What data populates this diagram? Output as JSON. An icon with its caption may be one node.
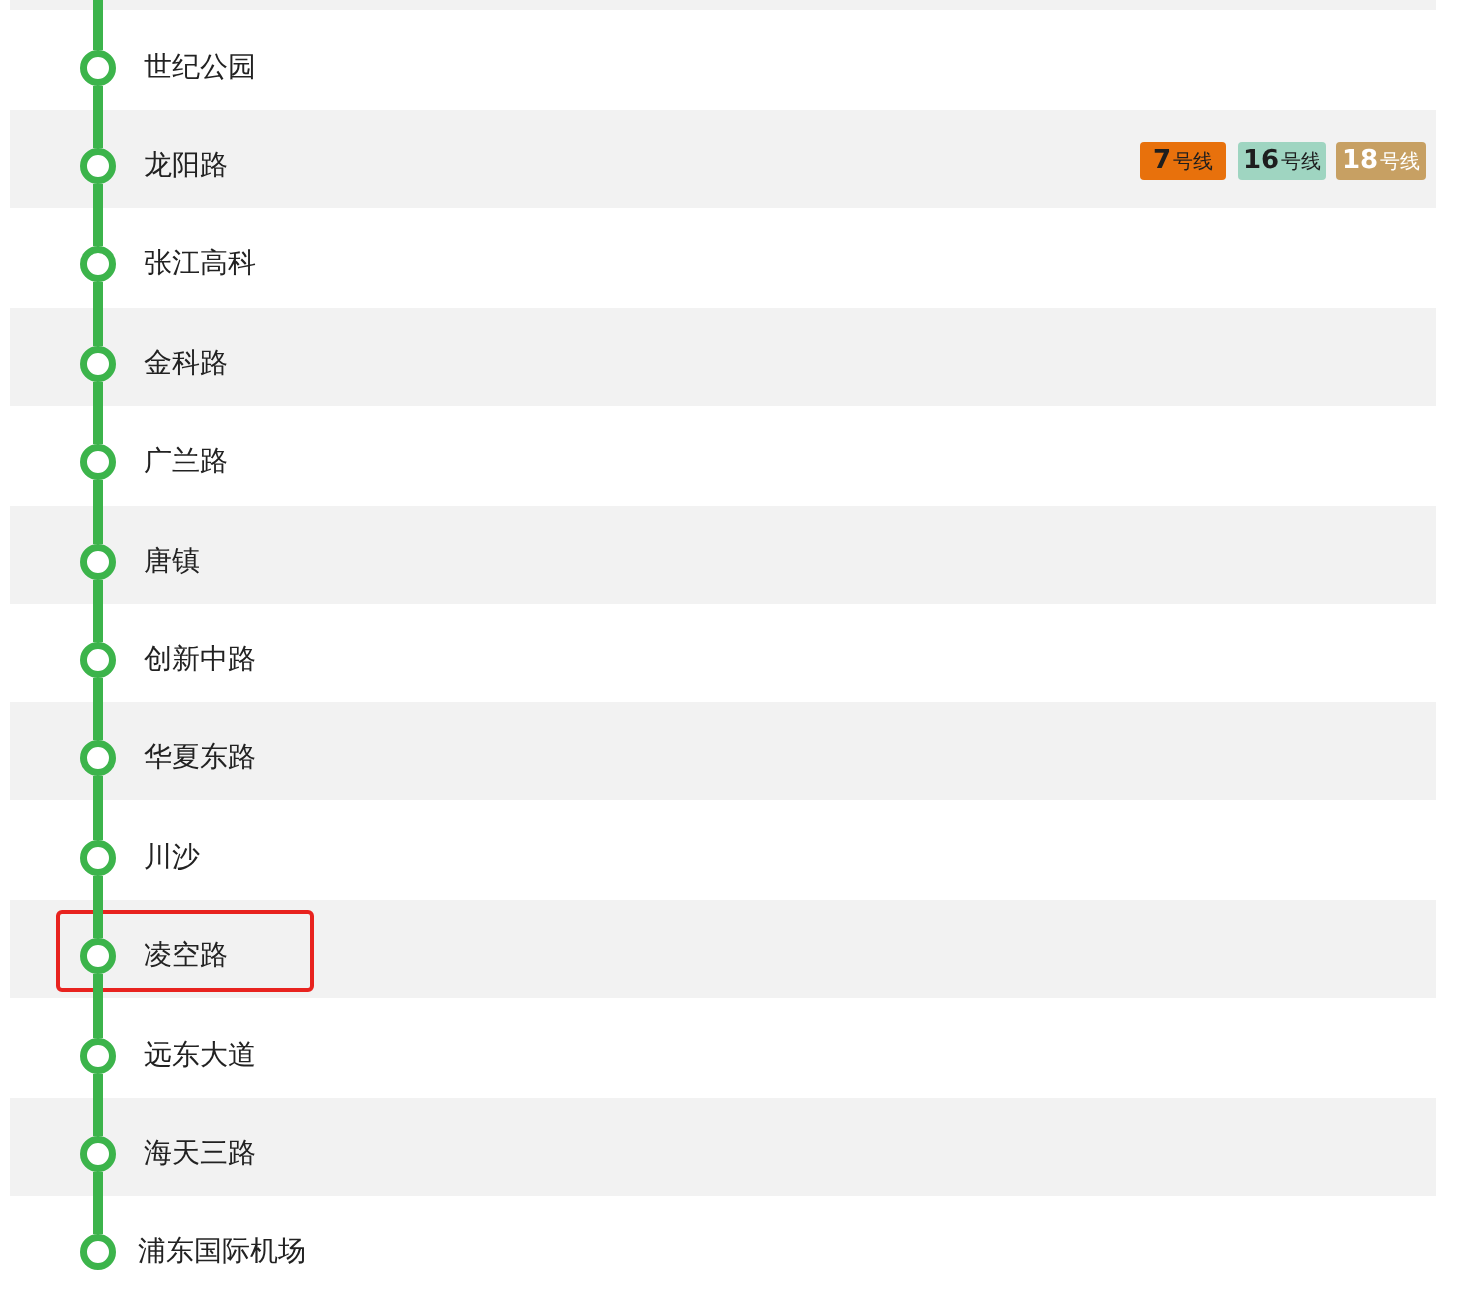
{
  "diagram": {
    "nodes": [
      {
        "text": [],
        "shape": "circle",
        "beside": [
          "世纪公园"
        ]
      },
      {
        "text": [],
        "shape": "circle",
        "beside": [
          "龙阳路"
        ]
      },
      {
        "text": [
          "**7**号线"
        ]
      },
      {
        "text": [
          "**16**号线"
        ]
      },
      {
        "text": [
          "**18**号线"
        ]
      },
      {
        "text": [],
        "shape": "circle",
        "beside": [
          "张江高科"
        ]
      },
      {
        "text": [],
        "shape": "circle",
        "beside": [
          "金科路"
        ]
      },
      {
        "text": [],
        "shape": "circle",
        "beside": [
          "广兰路"
        ]
      },
      {
        "text": [],
        "shape": "circle",
        "beside": [
          "唐镇"
        ]
      },
      {
        "text": [],
        "shape": "circle",
        "beside": [
          "创新中路"
        ]
      },
      {
        "text": [],
        "shape": "circle",
        "beside": [
          "华夏东路"
        ]
      },
      {
        "text": [],
        "shape": "circle",
        "beside": [
          "川沙"
        ]
      },
      {
        "text": [],
        "shape": "circle",
        "beside": [
          "凌空路"
        ]
      },
      {
        "text": [],
        "shape": "circle",
        "beside": [
          "远东大道"
        ]
      },
      {
        "text": [],
        "shape": "circle",
        "beside": [
          "海天三路"
        ]
      },
      {
        "text": [],
        "shape": "circle",
        "beside": [
          "浦东国际机场"
        ]
      }
    ],
    "edges": [
      {
        "from": null,
        "to": 0,
        "arrow": "none"
      },
      {
        "from": 0,
        "to": 1,
        "arrow": "none"
      },
      {
        "from": 1,
        "to": 5,
        "arrow": "none"
      },
      {
        "from": 5,
        "to": 6,
        "arrow": "none"
      },
      {
        "from": 6,
        "to": 7,
        "arrow": "none"
      },
      {
        "from": 7,
        "to": 8,
        "arrow": "none"
      },
      {
        "from": 8,
        "to": 9,
        "arrow": "none"
      },
      {
        "from": 9,
        "to": 10,
        "arrow": "none"
      },
      {
        "from": 10,
        "to": 11,
        "arrow": "none"
      },
      {
        "from": 11,
        "to": 12,
        "arrow": "none"
      },
      {
        "from": 12,
        "to": 13,
        "arrow": "none"
      },
      {
        "from": 13,
        "to": 14,
        "arrow": "none"
      },
      {
        "from": 14,
        "to": 15,
        "arrow": "none"
      }
    ]
  }
}
